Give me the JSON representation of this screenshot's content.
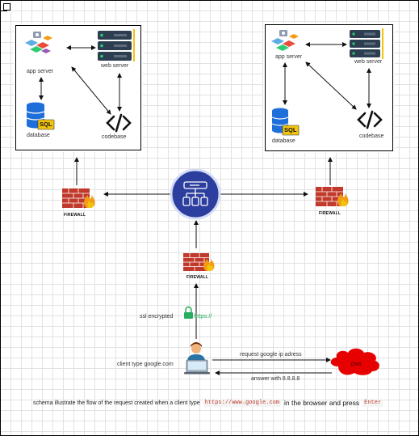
{
  "left_cluster": {
    "app_server": "app server",
    "web_server": "web server",
    "database": "database",
    "codebase": "codebase",
    "sql_badge": "SQL"
  },
  "right_cluster": {
    "app_server": "app server",
    "web_server": "web server",
    "database": "database",
    "codebase": "codebase",
    "sql_badge": "SQL"
  },
  "firewalls": {
    "left": "FIREWALL",
    "right": "FIREWALL",
    "center": "FIREWALL"
  },
  "https_label": "https://",
  "ssl_label": "ssl encrypted",
  "client_label": "client type google.com",
  "dns_label": "DNS",
  "request_label": "request google ip adress",
  "answer_label": "answer with 8.8.8.8",
  "caption": {
    "part1": "schema illustrate the flow of the request created when a client type",
    "url": "https://www.google.com",
    "part2": "in the browser and press",
    "key": "Enter"
  },
  "colors": {
    "firewall_brick": "#c0392b",
    "flame": "#f39c12",
    "load_balancer": "#2c3e9e",
    "dns": "#e60000",
    "server_rack": "#2c3e50",
    "database_blue": "#1e6fd9",
    "sql_yellow": "#f1c40f",
    "https_green": "#27ae60"
  },
  "icons": [
    "app-server-icon",
    "web-server-icon",
    "database-icon",
    "codebase-icon",
    "firewall-icon",
    "load-balancer-icon",
    "lock-icon",
    "client-user-icon",
    "dns-cloud-icon"
  ]
}
